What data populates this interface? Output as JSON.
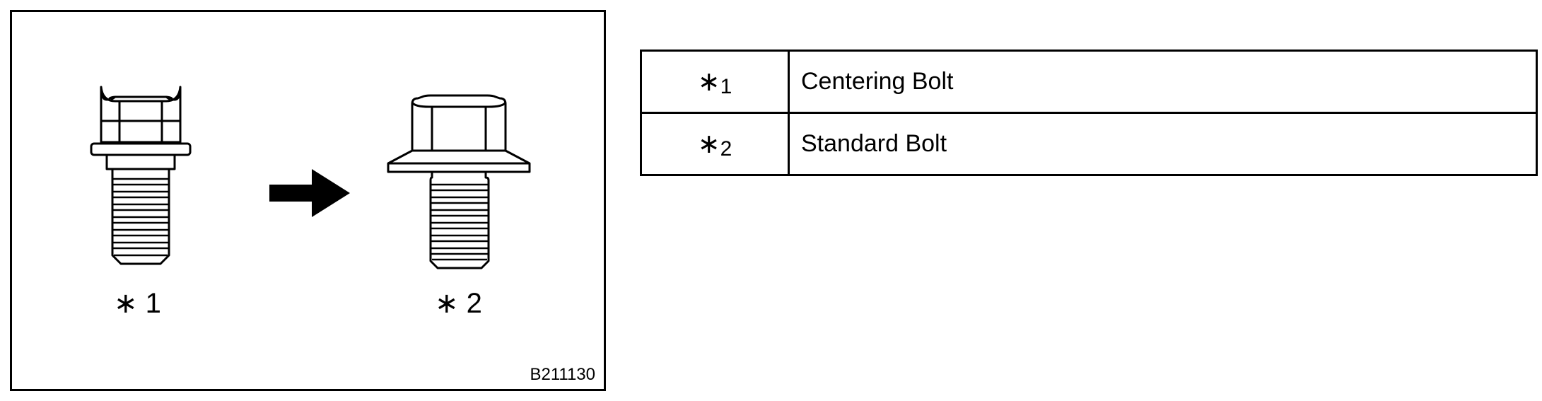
{
  "figure": {
    "callouts": [
      {
        "symbol": "∗",
        "number": "1"
      },
      {
        "symbol": "∗",
        "number": "2"
      }
    ],
    "figure_id": "B211130",
    "icons": [
      "centering-bolt-icon",
      "arrow-right-icon",
      "standard-bolt-icon"
    ]
  },
  "legend": {
    "rows": [
      {
        "symbol": "∗",
        "number": "1",
        "description": "Centering Bolt"
      },
      {
        "symbol": "∗",
        "number": "2",
        "description": "Standard Bolt"
      }
    ]
  }
}
